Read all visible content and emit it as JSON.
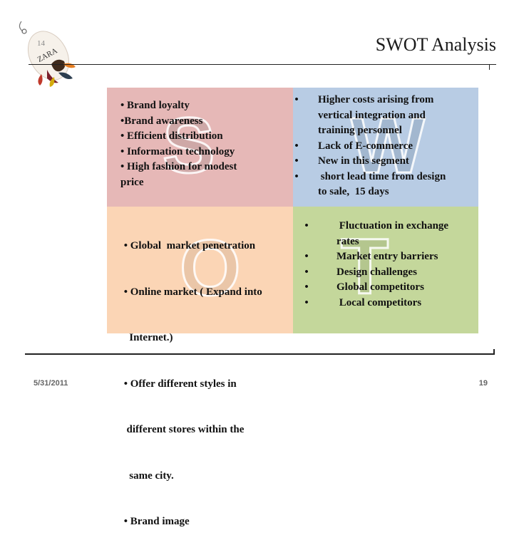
{
  "slide": {
    "title": "SWOT Analysis",
    "number_top": "14",
    "footer_date": "5/31/2011",
    "footer_page": "19"
  },
  "logo": {
    "text": "ZARA",
    "icon": "zara-hang-tag-logo"
  },
  "swot": {
    "strengths": {
      "letter": "S",
      "color": "#e6b8b7",
      "items": [
        "• Brand loyalty",
        "•Brand awareness",
        "• Efficient distribution",
        "• Information technology",
        "• High fashion for modest",
        "price"
      ]
    },
    "weaknesses": {
      "letter": "W",
      "color": "#b8cce4",
      "items": [
        "Higher costs arising from",
        "vertical integration and",
        "training personnel",
        "Lack of E-commerce",
        "New in this segment",
        " short lead time from design",
        "to sale,  15 days"
      ]
    },
    "opportunities": {
      "letter": "O",
      "color": "#fbd5b5",
      "items": [
        " • Global  market penetration",
        " • Online market ( Expand into",
        "   Internet.)",
        " • Offer different styles in",
        "  different stores within the",
        "   same city.",
        " • Brand image"
      ]
    },
    "threats": {
      "letter": "T",
      "color": "#c4d79b",
      "items": [
        " Fluctuation in exchange",
        "rates",
        "Market entry barriers",
        "Design challenges",
        "Global competitors",
        " Local competitors"
      ]
    }
  }
}
